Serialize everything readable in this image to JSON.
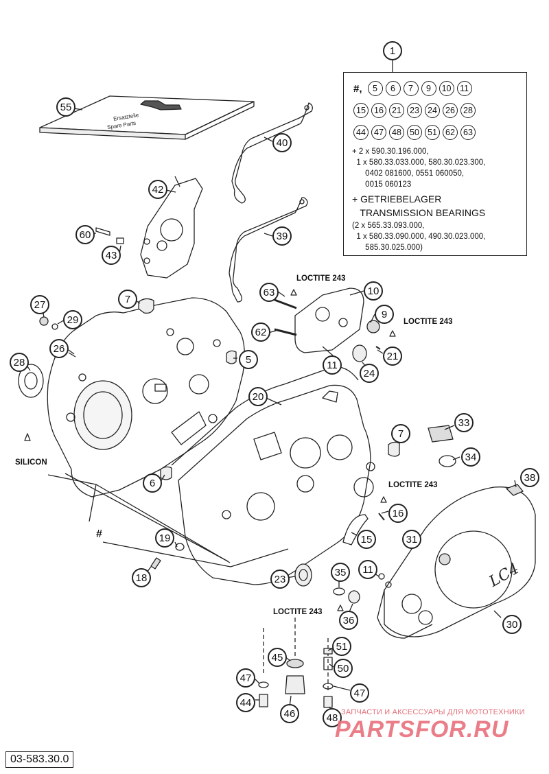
{
  "diagram": {
    "part_number": "03-583.30.0",
    "hash_symbol": "#",
    "notes": {
      "loctite": "LOCTITE 243",
      "silicon": "SILICON"
    },
    "manual_cover_text": [
      "Ersatzteile",
      "Spare Parts"
    ],
    "clutch_cover_logo": "LC4",
    "callouts": [
      "1",
      "55",
      "40",
      "42",
      "60",
      "43",
      "39",
      "63",
      "10",
      "9",
      "62",
      "11",
      "24",
      "21",
      "27",
      "29",
      "26",
      "28",
      "7",
      "5",
      "20",
      "6",
      "33",
      "7",
      "34",
      "38",
      "16",
      "15",
      "31",
      "19",
      "18",
      "23",
      "35",
      "11",
      "36",
      "30",
      "45",
      "51",
      "50",
      "47",
      "44",
      "46",
      "47",
      "48"
    ],
    "info_box": {
      "hash_label": "#,",
      "circled_rows": [
        [
          "5",
          "6",
          "7",
          "9",
          "10",
          "11"
        ],
        [
          "15",
          "16",
          "21",
          "23",
          "24",
          "26",
          "28"
        ],
        [
          "44",
          "47",
          "48",
          "50",
          "51",
          "62",
          "63"
        ]
      ],
      "kit_lines": [
        "+ 2 x 590.30.196.000,",
        "  1 x 580.33.033.000, 580.30.023.300,",
        "      0402 081600, 0551 060050,",
        "      0015 060123"
      ],
      "bearing_lines": [
        "+ GETRIEBELAGER",
        "   TRANSMISSION BEARINGS"
      ],
      "bearing_detail_lines": [
        "(2 x 565.33.093.000,",
        "  1 x 580.33.090.000, 490.30.023.000,",
        "      585.30.025.000)"
      ]
    }
  },
  "watermark": {
    "tagline": "ЗАПЧАСТИ И АКСЕССУАРЫ ДЛЯ МОТОТЕХНИКИ",
    "brand": "PARTSFOR.RU"
  }
}
